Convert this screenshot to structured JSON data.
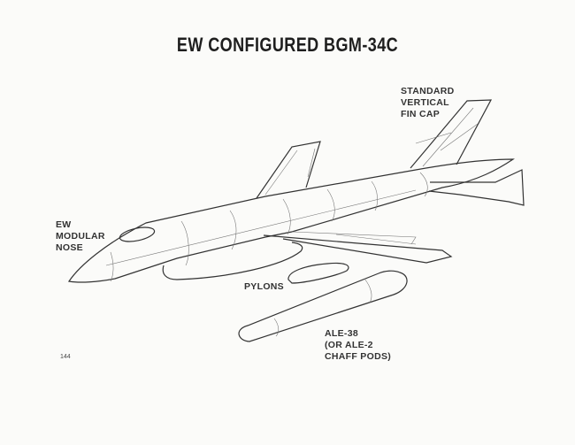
{
  "title": "EW CONFIGURED BGM-34C",
  "labels": {
    "fin_cap": [
      "STANDARD",
      "VERTICAL",
      "FIN CAP"
    ],
    "nose": [
      "EW",
      "MODULAR",
      "NOSE"
    ],
    "pylons": "PYLONS",
    "pods": [
      "ALE-38",
      "(OR ALE-2",
      "CHAFF PODS)"
    ]
  },
  "page_number": "144"
}
